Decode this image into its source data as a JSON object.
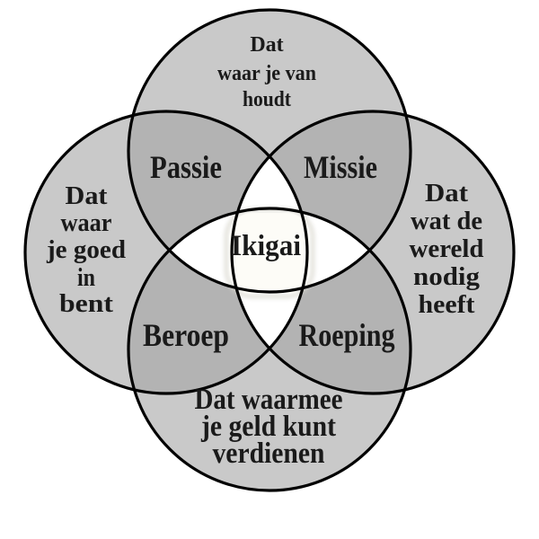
{
  "colors": {
    "background": "#ffffff",
    "circle_fill": "#c9c9c9",
    "overlap_fill": "#b3b3b3",
    "lens_fill": "#ffffff",
    "outline": "#000000",
    "text": "#1a1a1a",
    "center_glow": "#fdfcf6",
    "center_halo": "#dcdad1"
  },
  "circles": {
    "top": {
      "lines": [
        "Dat",
        "waar je van",
        "houdt"
      ]
    },
    "left": {
      "lines": [
        "Dat",
        "waar",
        "je goed",
        "in",
        "bent"
      ]
    },
    "right": {
      "lines": [
        "Dat",
        "wat de",
        "wereld",
        "nodig",
        "heeft"
      ]
    },
    "bottom": {
      "lines": [
        "Dat waarmee",
        "je geld kunt",
        "verdienen"
      ]
    }
  },
  "overlaps": {
    "passie": "Passie",
    "missie": "Missie",
    "beroep": "Beroep",
    "roeping": "Roeping"
  },
  "center": "Ikigai"
}
